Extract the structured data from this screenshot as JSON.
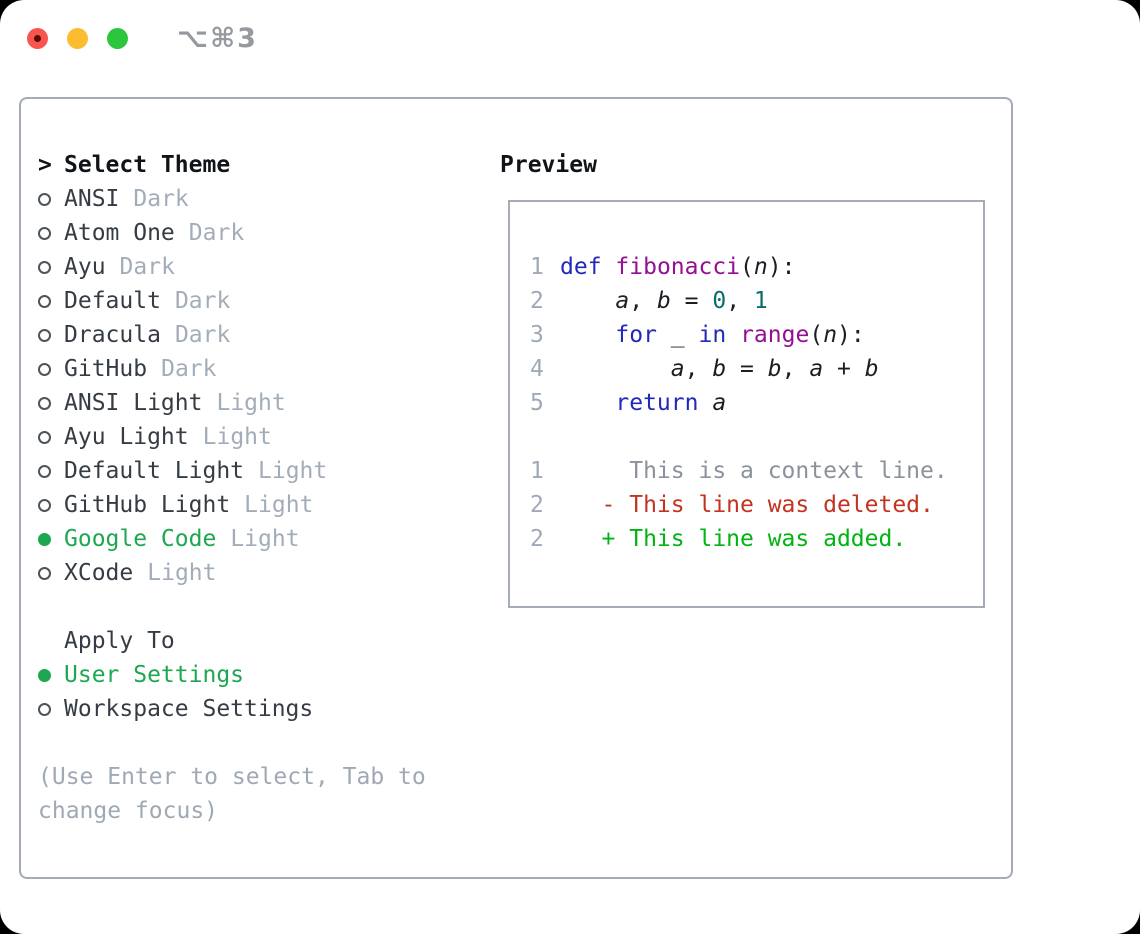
{
  "window": {
    "title": "⌥⌘3"
  },
  "theme_panel": {
    "header_marker": ">",
    "header": "Select Theme",
    "items": [
      {
        "name": "ANSI",
        "variant": "Dark",
        "selected": false
      },
      {
        "name": "Atom One",
        "variant": "Dark",
        "selected": false
      },
      {
        "name": "Ayu",
        "variant": "Dark",
        "selected": false
      },
      {
        "name": "Default",
        "variant": "Dark",
        "selected": false
      },
      {
        "name": "Dracula",
        "variant": "Dark",
        "selected": false
      },
      {
        "name": "GitHub",
        "variant": "Dark",
        "selected": false
      },
      {
        "name": "ANSI Light",
        "variant": "Light",
        "selected": false
      },
      {
        "name": "Ayu Light",
        "variant": "Light",
        "selected": false
      },
      {
        "name": "Default Light",
        "variant": "Light",
        "selected": false
      },
      {
        "name": "GitHub Light",
        "variant": "Light",
        "selected": false
      },
      {
        "name": "Google Code",
        "variant": "Light",
        "selected": true
      },
      {
        "name": "XCode",
        "variant": "Light",
        "selected": false
      }
    ],
    "apply_to": {
      "header": "Apply To",
      "options": [
        {
          "label": "User Settings",
          "selected": true
        },
        {
          "label": "Workspace Settings",
          "selected": false
        }
      ]
    },
    "help_text": "(Use Enter to select, Tab to\nchange focus)"
  },
  "preview": {
    "header": "Preview",
    "code_lines": [
      {
        "num": "1",
        "tokens": [
          {
            "t": "def",
            "c": "kw"
          },
          {
            "t": " ",
            "c": "pl"
          },
          {
            "t": "fibonacci",
            "c": "fn"
          },
          {
            "t": "(",
            "c": "pl"
          },
          {
            "t": "n",
            "c": "var"
          },
          {
            "t": "):",
            "c": "pl"
          }
        ]
      },
      {
        "num": "2",
        "tokens": [
          {
            "t": "    ",
            "c": "pl"
          },
          {
            "t": "a",
            "c": "var"
          },
          {
            "t": ", ",
            "c": "pl"
          },
          {
            "t": "b",
            "c": "var"
          },
          {
            "t": " = ",
            "c": "pl"
          },
          {
            "t": "0",
            "c": "num"
          },
          {
            "t": ", ",
            "c": "pl"
          },
          {
            "t": "1",
            "c": "num"
          }
        ]
      },
      {
        "num": "3",
        "tokens": [
          {
            "t": "    ",
            "c": "pl"
          },
          {
            "t": "for",
            "c": "kw"
          },
          {
            "t": " ",
            "c": "pl"
          },
          {
            "t": "_",
            "c": "var"
          },
          {
            "t": " ",
            "c": "pl"
          },
          {
            "t": "in",
            "c": "kw"
          },
          {
            "t": " ",
            "c": "pl"
          },
          {
            "t": "range",
            "c": "fn"
          },
          {
            "t": "(",
            "c": "pl"
          },
          {
            "t": "n",
            "c": "var"
          },
          {
            "t": "):",
            "c": "pl"
          }
        ]
      },
      {
        "num": "4",
        "tokens": [
          {
            "t": "        ",
            "c": "pl"
          },
          {
            "t": "a",
            "c": "var"
          },
          {
            "t": ", ",
            "c": "pl"
          },
          {
            "t": "b",
            "c": "var"
          },
          {
            "t": " = ",
            "c": "pl"
          },
          {
            "t": "b",
            "c": "var"
          },
          {
            "t": ", ",
            "c": "pl"
          },
          {
            "t": "a",
            "c": "var"
          },
          {
            "t": " + ",
            "c": "pl"
          },
          {
            "t": "b",
            "c": "var"
          }
        ]
      },
      {
        "num": "5",
        "tokens": [
          {
            "t": "    ",
            "c": "pl"
          },
          {
            "t": "return",
            "c": "kw"
          },
          {
            "t": " ",
            "c": "pl"
          },
          {
            "t": "a",
            "c": "var"
          }
        ]
      }
    ],
    "diff_lines": [
      {
        "num": "1",
        "tokens": [
          {
            "t": "     This is a context line.",
            "c": "ctx"
          }
        ]
      },
      {
        "num": "2",
        "tokens": [
          {
            "t": "   ",
            "c": "pl"
          },
          {
            "t": "- This line was deleted.",
            "c": "del"
          }
        ]
      },
      {
        "num": "2",
        "tokens": [
          {
            "t": "   ",
            "c": "pl"
          },
          {
            "t": "+ This line was added.",
            "c": "add"
          }
        ]
      }
    ]
  },
  "colors": {
    "kw": "#2228b8",
    "fn": "#930f93",
    "num": "#0b6c6c",
    "pl": "#1b1f24",
    "lnum": "#9fa9b8",
    "ctx": "#8b929b",
    "del": "#c3331f",
    "add": "#00b412",
    "sel": "#1da750",
    "item": "#363c44",
    "variant": "#a3adb9",
    "marker": "#4d545c",
    "help": "#9fa9b5",
    "header": "#101419",
    "border": "#a6acb6",
    "title": "#96999e",
    "lred": "#f9544d",
    "lyellow": "#fcbc2f",
    "lgreen": "#2cc53e",
    "ldot": "#520d05"
  }
}
